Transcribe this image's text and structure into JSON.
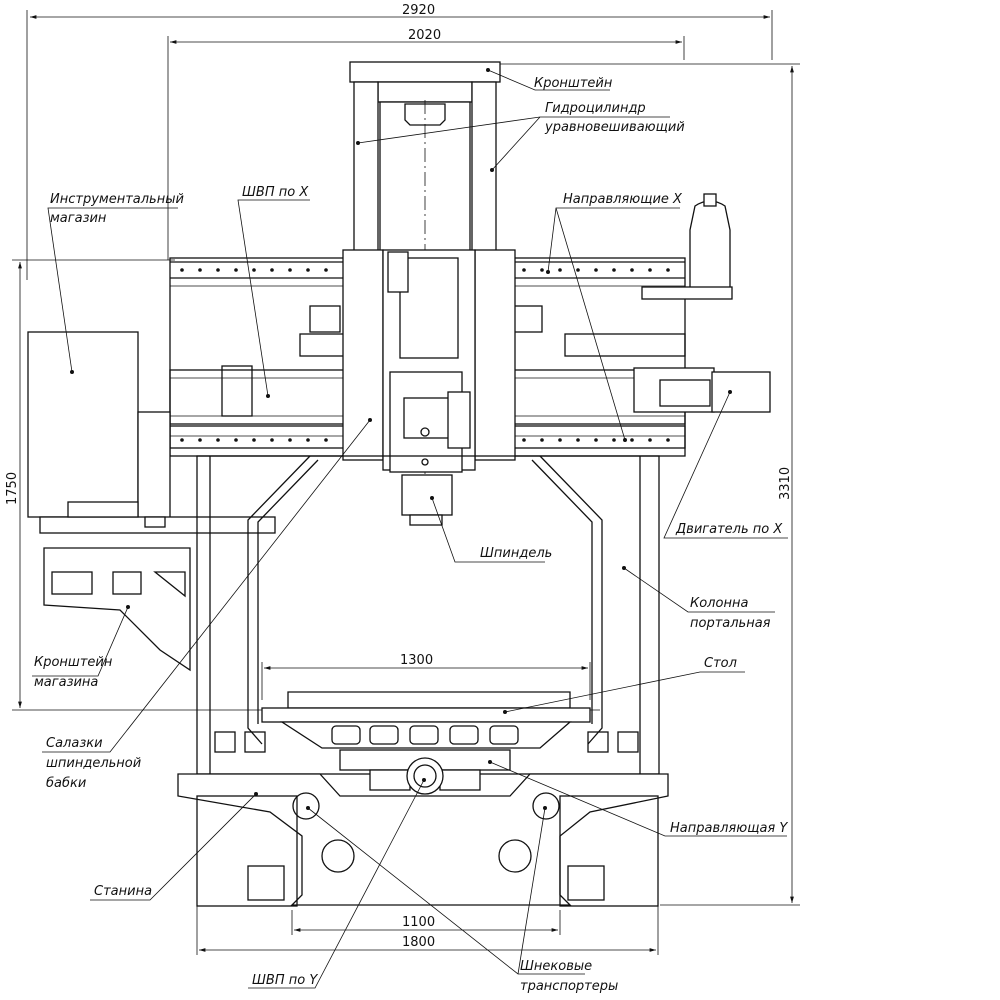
{
  "dimensions": {
    "overall_width": "2920",
    "portal_width": "2020",
    "total_height": "3310",
    "height_to_guides": "1750",
    "table_width": "1300",
    "base_inner": "1100",
    "base_width": "1800"
  },
  "labels": {
    "bracket": "Кронштейн",
    "hydro_1": "Гидроцилиндр",
    "hydro_2": "уравновешивающий",
    "tool_mag_1": "Инструментальный",
    "tool_mag_2": "магазин",
    "ballscrew_x": "ШВП по X",
    "guides_x": "Направляющие X",
    "motor_x": "Двигатель по X",
    "spindle": "Шпиндель",
    "column_1": "Колонна",
    "column_2": "портальная",
    "table": "Стол",
    "mag_bracket_1": "Кронштейн",
    "mag_bracket_2": "магазина",
    "slide_1": "Салазки",
    "slide_2": "шпиндельной",
    "slide_3": "бабки",
    "guide_y": "Направляющая Y",
    "bed": "Станина",
    "ballscrew_y": "ШВП по Y",
    "conveyors_1": "Шнековые",
    "conveyors_2": "транспортеры"
  }
}
